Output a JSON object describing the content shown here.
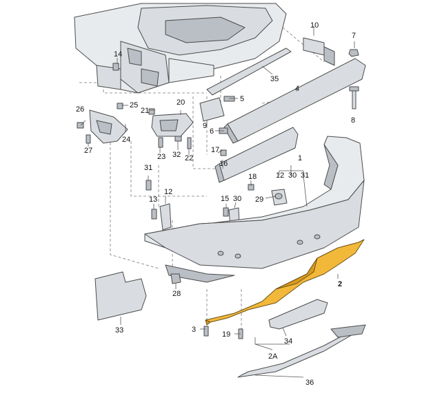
{
  "callouts": {
    "c1": "1",
    "c2": "2",
    "c2a": "2A",
    "c3": "3",
    "c4": "4",
    "c5": "5",
    "c6": "6",
    "c7": "7",
    "c8": "8",
    "c9": "9",
    "c10": "10",
    "c12": "12",
    "c12b": "12",
    "c13": "13",
    "c14": "14",
    "c15": "15",
    "c16": "16",
    "c17": "17",
    "c18": "18",
    "c19": "19",
    "c20": "20",
    "c21": "21",
    "c22": "22",
    "c23": "23",
    "c24": "24",
    "c25": "25",
    "c26": "26",
    "c27": "27",
    "c28": "28",
    "c29": "29",
    "c30": "30",
    "c30b": "30",
    "c31": "31",
    "c31b": "31",
    "c32": "32",
    "c33": "33",
    "c34": "34",
    "c35": "35",
    "c36": "36"
  },
  "colors": {
    "part_fill": "#d9dde1",
    "highlight_part": "#f2b83a",
    "line": "#4a4a4a"
  }
}
